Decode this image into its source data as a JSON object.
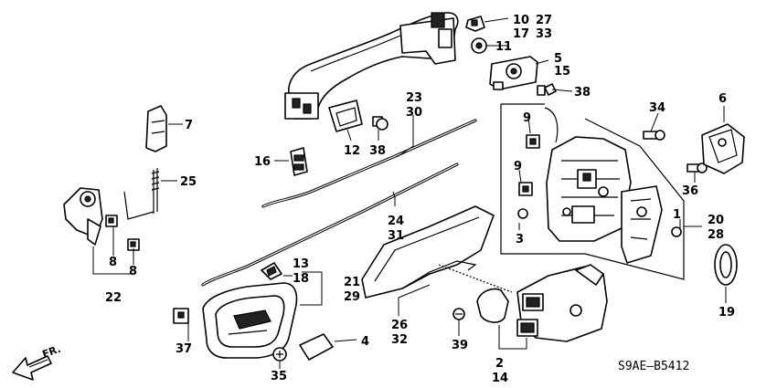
{
  "diagram_code": "S9AE–B5412",
  "direction_label": "FR.",
  "callouts": {
    "c1": "1",
    "c2": "2",
    "c3": "3",
    "c4": "4",
    "c5": "5",
    "c6": "6",
    "c7": "7",
    "c8a": "8",
    "c8b": "8",
    "c9a": "9",
    "c9b": "9",
    "c10": "10",
    "c11": "11",
    "c12": "12",
    "c13": "13",
    "c14": "14",
    "c15": "15",
    "c16": "16",
    "c17": "17",
    "c18": "18",
    "c19": "19",
    "c20": "20",
    "c21": "21",
    "c22": "22",
    "c23": "23",
    "c24": "24",
    "c25": "25",
    "c26": "26",
    "c27": "27",
    "c28": "28",
    "c29": "29",
    "c30": "30",
    "c31": "31",
    "c32": "32",
    "c33": "33",
    "c34": "34",
    "c35": "35",
    "c36": "36",
    "c37": "37",
    "c38a": "38",
    "c38b": "38",
    "c39": "39"
  }
}
